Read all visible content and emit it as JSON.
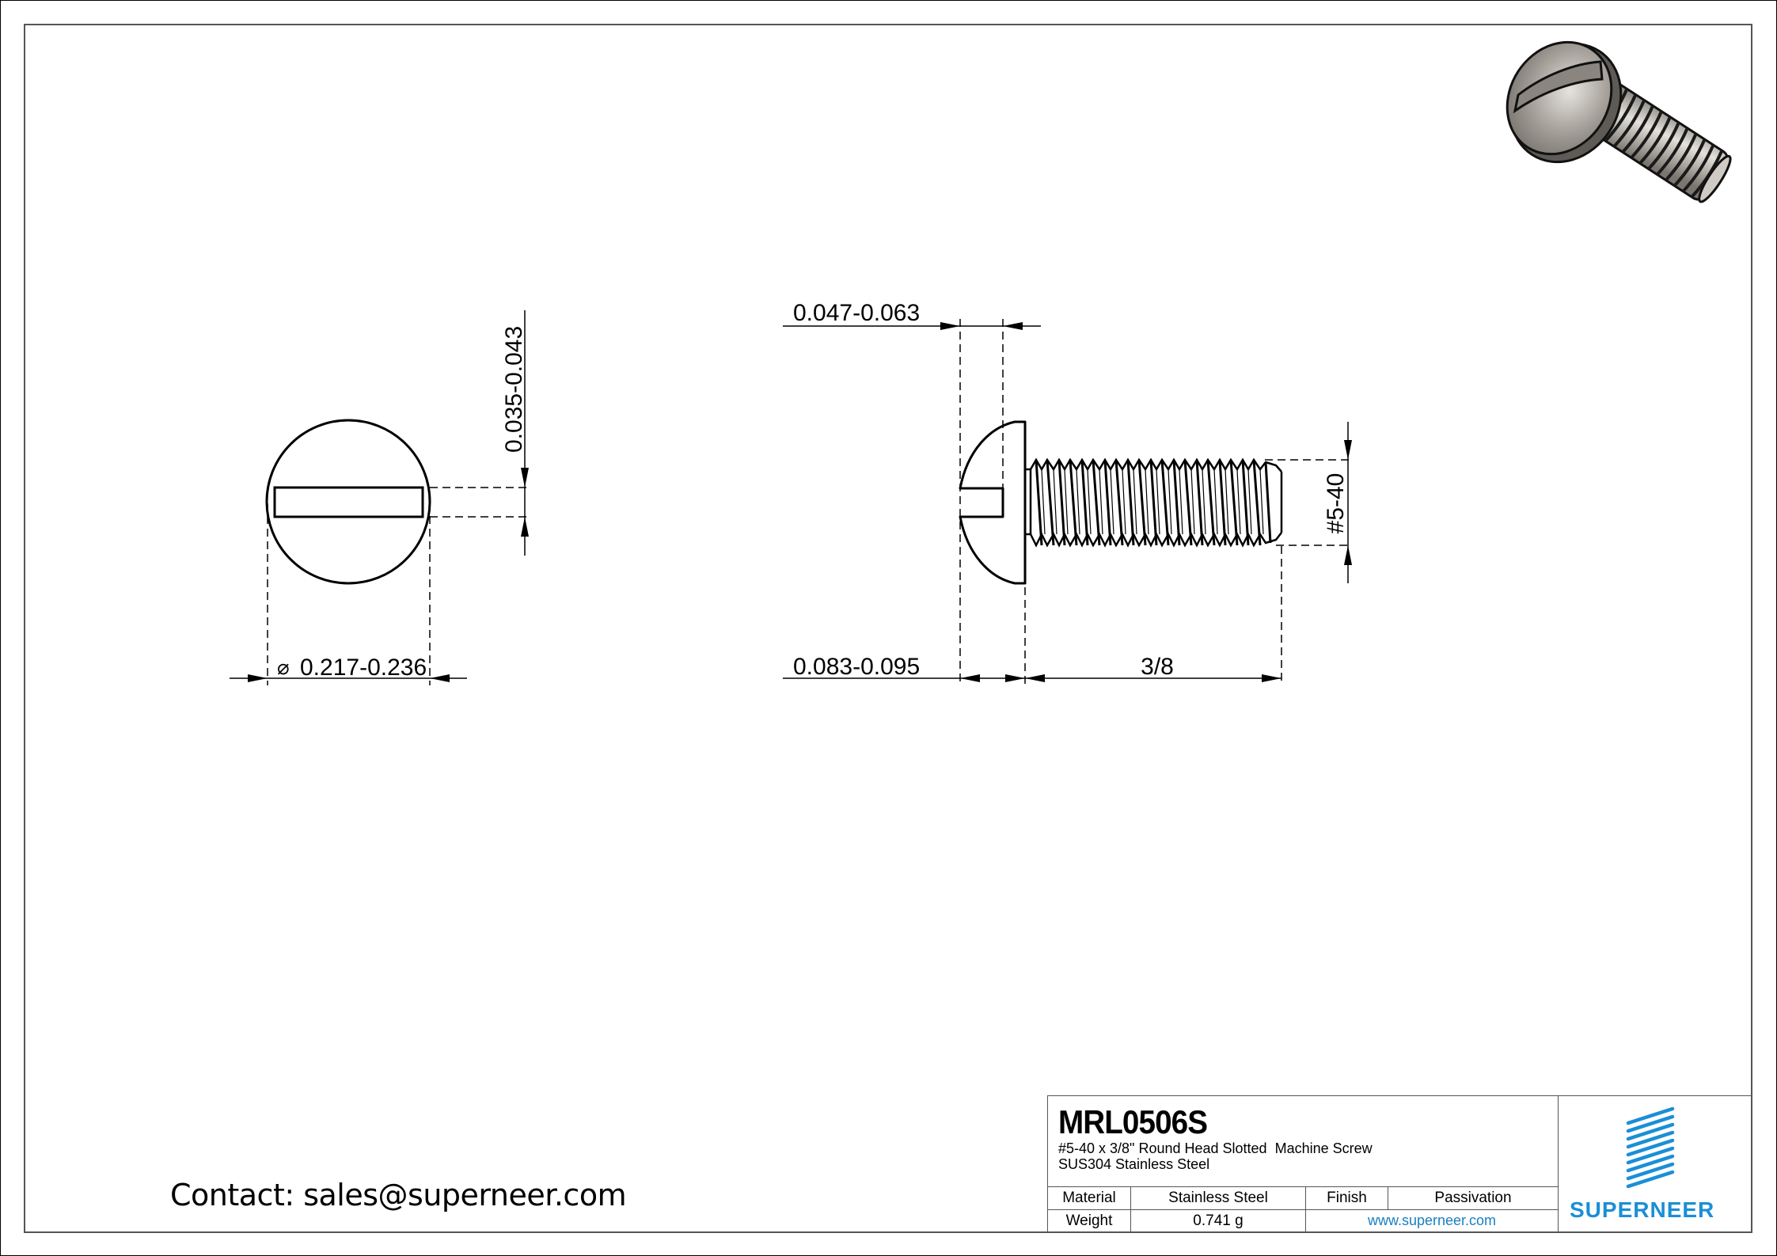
{
  "drawing": {
    "top_view": {
      "slot_width_dim": "0.035-0.043",
      "head_diameter_symbol": "⌀",
      "head_diameter_dim": "0.217-0.236"
    },
    "side_view": {
      "slot_depth_dim": "0.047-0.063",
      "head_height_dim": "0.083-0.095",
      "length_dim": "3/8",
      "thread_dim": "#5-40"
    },
    "iso_view": {
      "label": "3d-screw-render"
    }
  },
  "contact": {
    "text": "Contact: sales@superneer.com"
  },
  "title_block": {
    "part_number": "MRL0506S",
    "description_line1": "#5-40 x 3/8\" Round Head Slotted  Machine Screw",
    "description_line2": "SUS304 Stainless Steel",
    "table": {
      "material_label": "Material",
      "material_value": "Stainless Steel",
      "finish_label": "Finish",
      "finish_value": "Passivation",
      "weight_label": "Weight",
      "weight_value": "0.741 g",
      "website": "www.superneer.com"
    },
    "logo": {
      "brand": "SUPERNEER",
      "color": "#1a8fd6"
    }
  }
}
